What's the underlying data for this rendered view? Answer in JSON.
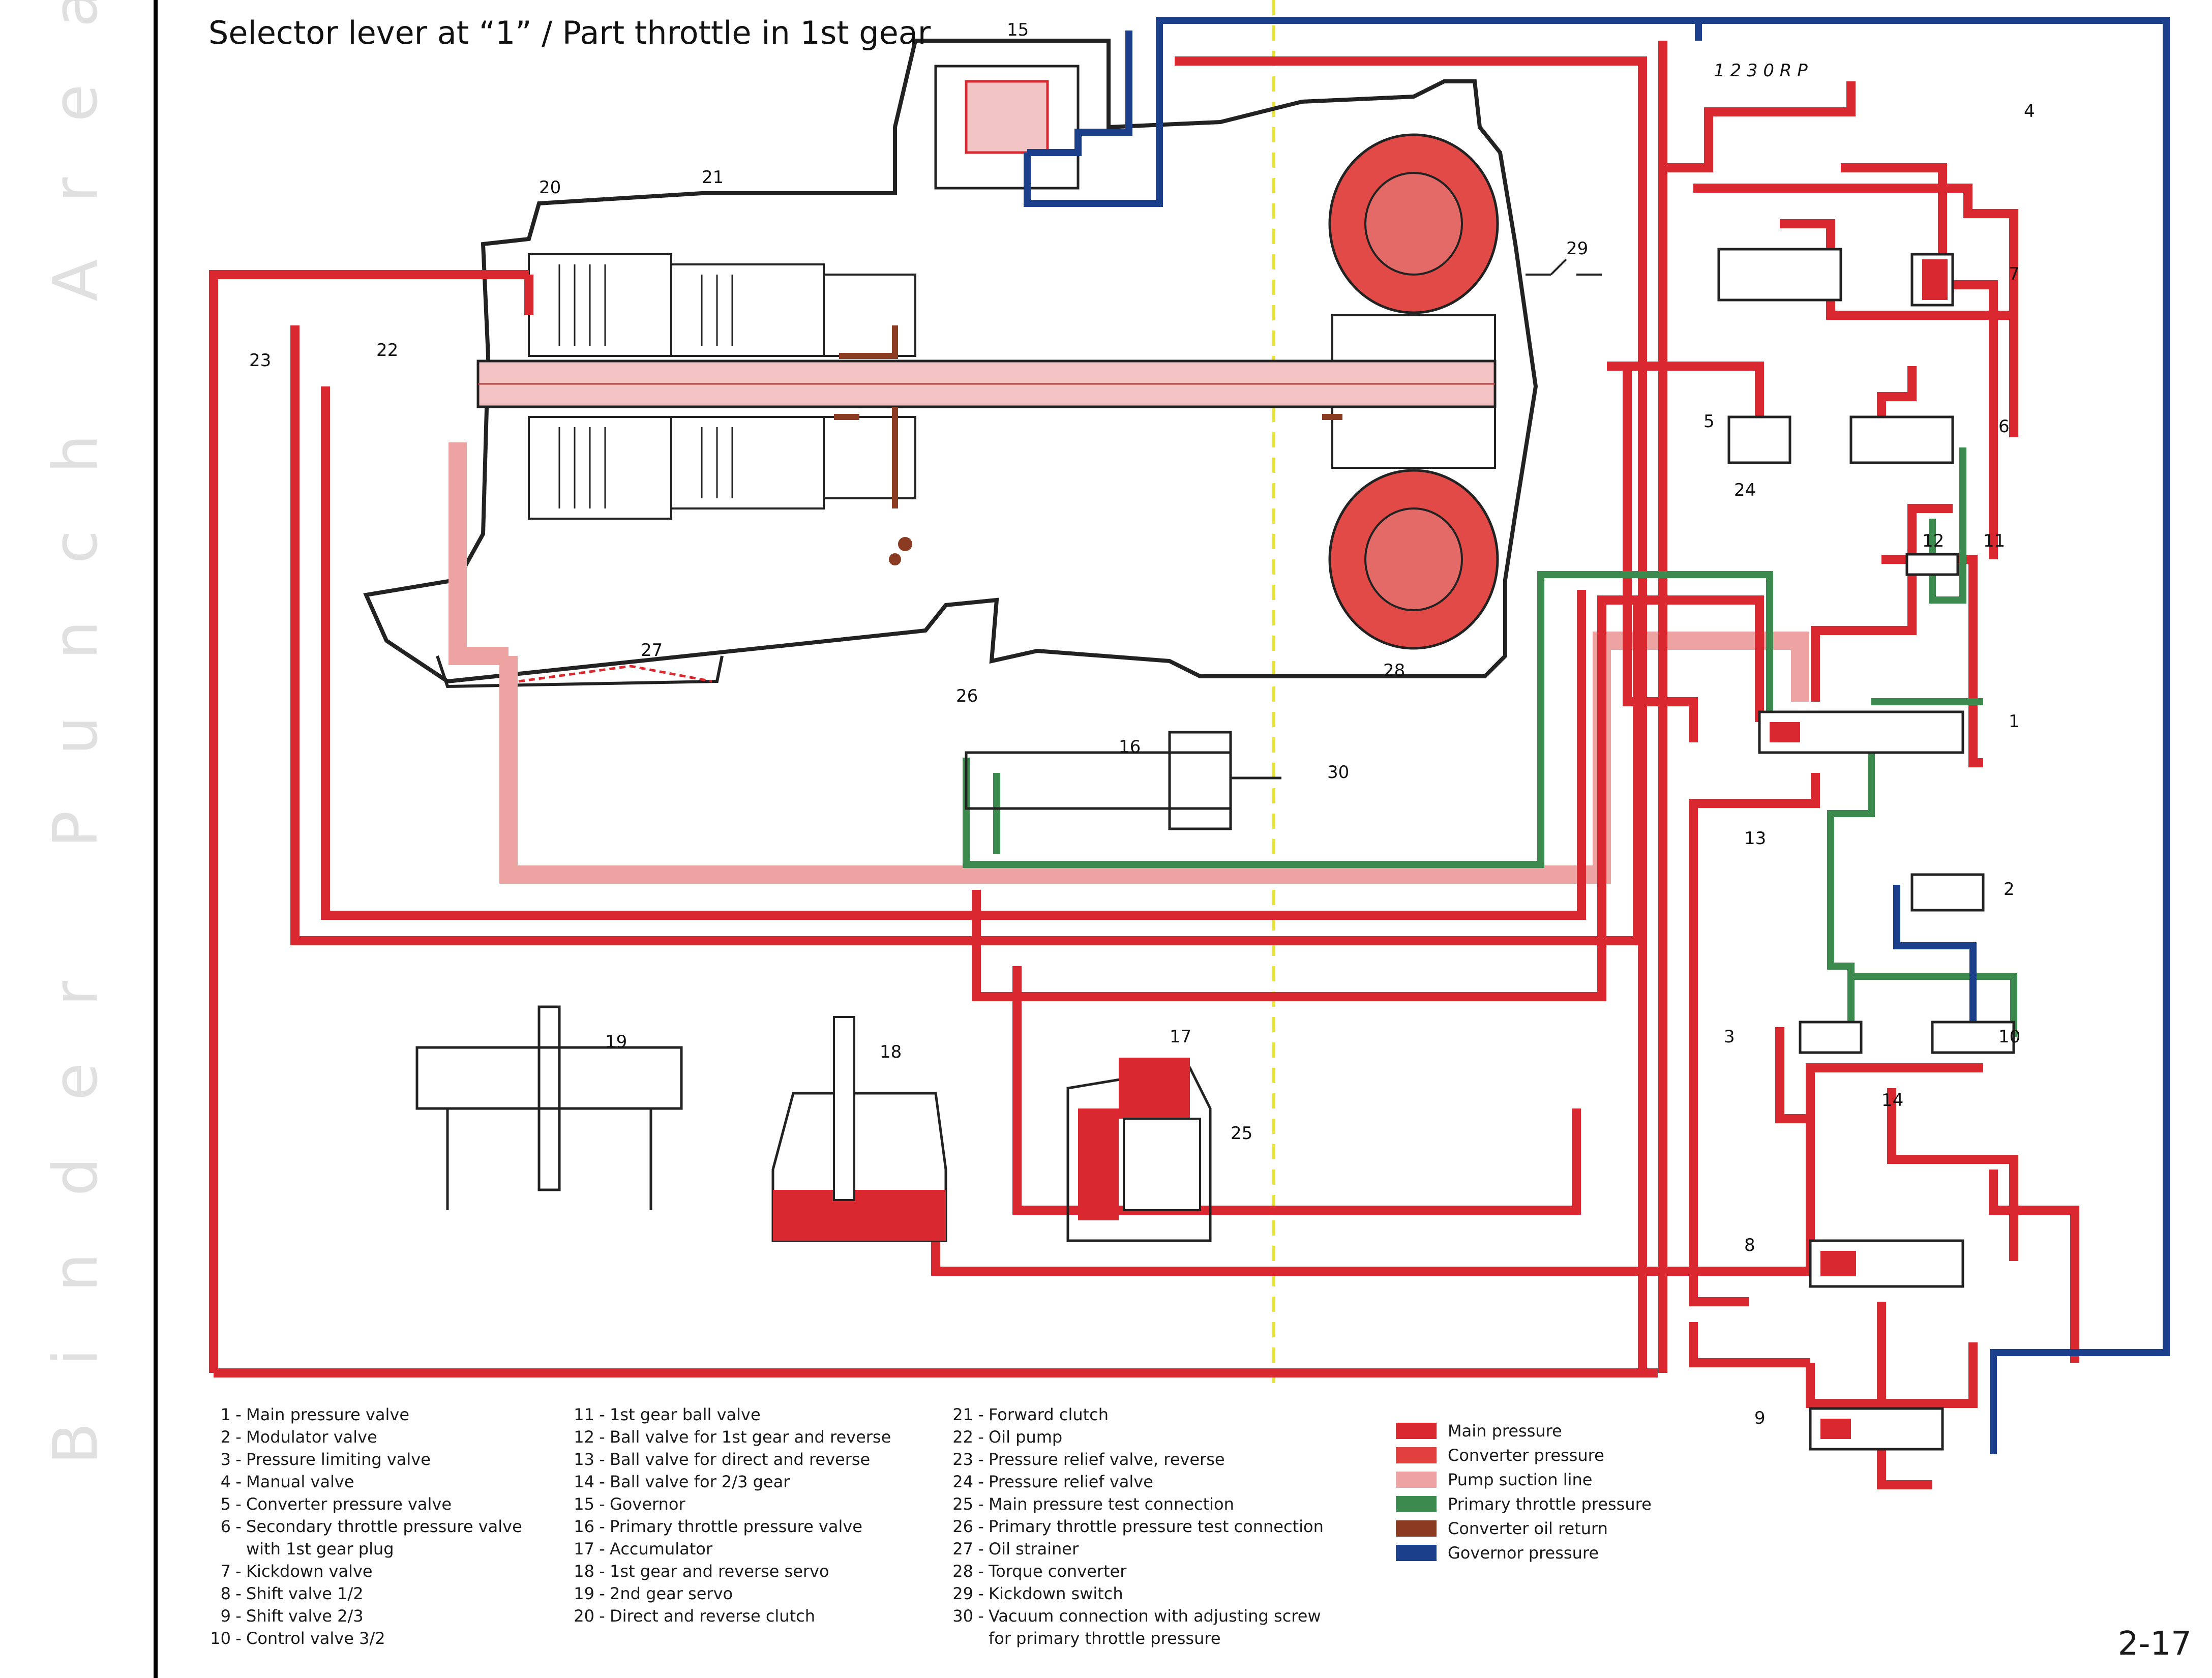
{
  "title": "Selector lever at “1” / Part throttle in 1st gear",
  "margin_watermark": "Binder Punch Area",
  "page_number": "2-17",
  "colors": {
    "main_pressure": "#d9282f",
    "converter_pressure": "#e2403f",
    "pump_suction": "#eea3a3",
    "primary_throttle": "#3d8a4e",
    "converter_return": "#8a3b22",
    "governor": "#1c3f8c",
    "housing": "#222222",
    "center_line": "#e8e23a"
  },
  "callouts": [
    "1",
    "2",
    "3",
    "4",
    "5",
    "6",
    "7",
    "8",
    "9",
    "10",
    "11",
    "12",
    "13",
    "14",
    "15",
    "16",
    "17",
    "18",
    "19",
    "20",
    "21",
    "22",
    "23",
    "24",
    "25",
    "26",
    "27",
    "28",
    "29",
    "30"
  ],
  "selector_positions": "1 2 3 0 R P",
  "parts_list": {
    "col1": [
      {
        "num": "1",
        "label": "Main pressure valve"
      },
      {
        "num": "2",
        "label": "Modulator valve"
      },
      {
        "num": "3",
        "label": "Pressure limiting valve"
      },
      {
        "num": "4",
        "label": "Manual valve"
      },
      {
        "num": "5",
        "label": "Converter pressure valve"
      },
      {
        "num": "6",
        "label": "Secondary throttle pressure valve"
      },
      {
        "num": "",
        "label": "with 1st gear plug"
      },
      {
        "num": "7",
        "label": "Kickdown valve"
      },
      {
        "num": "8",
        "label": "Shift valve 1/2"
      },
      {
        "num": "9",
        "label": "Shift valve 2/3"
      },
      {
        "num": "10",
        "label": "Control valve 3/2"
      }
    ],
    "col2": [
      {
        "num": "11",
        "label": "1st gear ball valve"
      },
      {
        "num": "12",
        "label": "Ball valve for 1st gear and reverse"
      },
      {
        "num": "13",
        "label": "Ball valve for direct and reverse"
      },
      {
        "num": "14",
        "label": "Ball valve for 2/3 gear"
      },
      {
        "num": "15",
        "label": "Governor"
      },
      {
        "num": "16",
        "label": "Primary throttle pressure valve"
      },
      {
        "num": "17",
        "label": "Accumulator"
      },
      {
        "num": "18",
        "label": "1st gear and reverse servo"
      },
      {
        "num": "19",
        "label": "2nd gear servo"
      },
      {
        "num": "20",
        "label": "Direct and reverse clutch"
      }
    ],
    "col3": [
      {
        "num": "21",
        "label": "Forward clutch"
      },
      {
        "num": "22",
        "label": "Oil pump"
      },
      {
        "num": "23",
        "label": "Pressure relief valve, reverse"
      },
      {
        "num": "24",
        "label": "Pressure relief valve"
      },
      {
        "num": "25",
        "label": "Main pressure test connection"
      },
      {
        "num": "26",
        "label": "Primary throttle pressure test connection"
      },
      {
        "num": "27",
        "label": "Oil strainer"
      },
      {
        "num": "28",
        "label": "Torque converter"
      },
      {
        "num": "29",
        "label": "Kickdown switch"
      },
      {
        "num": "30",
        "label": "Vacuum connection with adjusting screw"
      },
      {
        "num": "",
        "label": "for primary throttle pressure"
      }
    ]
  },
  "color_key": [
    {
      "label": "Main pressure",
      "color": "#d9282f"
    },
    {
      "label": "Converter pressure",
      "color": "#e2403f"
    },
    {
      "label": "Pump suction line",
      "color": "#eea3a3"
    },
    {
      "label": "Primary throttle pressure",
      "color": "#3d8a4e"
    },
    {
      "label": "Converter oil return",
      "color": "#8a3b22"
    },
    {
      "label": "Governor pressure",
      "color": "#1c3f8c"
    }
  ]
}
